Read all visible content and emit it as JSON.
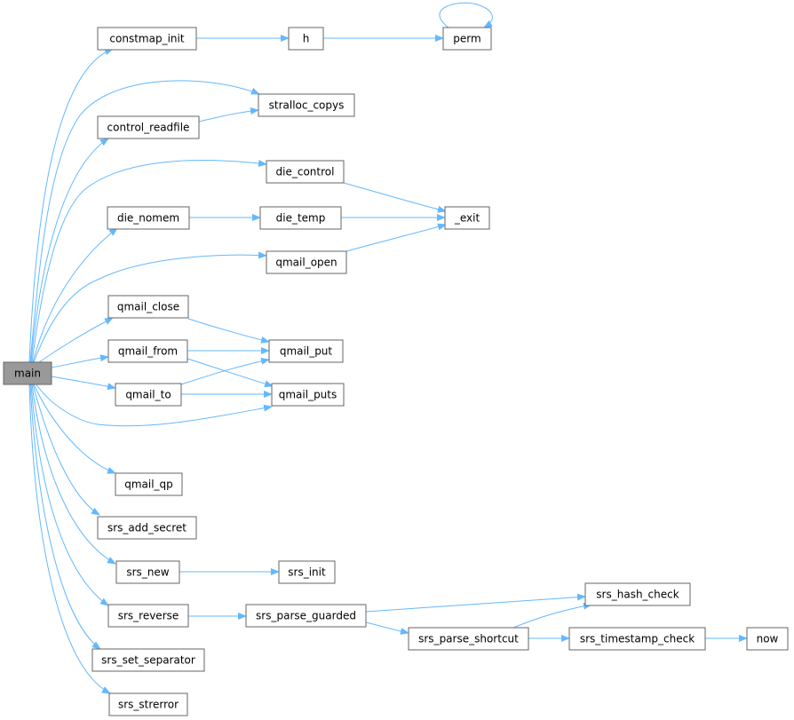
{
  "graph": {
    "root": "main",
    "colors": {
      "edge": "#63b8ff",
      "node_border": "#666666",
      "root_fill": "#999999",
      "node_fill": "#ffffff"
    },
    "nodes": {
      "main": "main",
      "constmap_init": "constmap_init",
      "h": "h",
      "perm": "perm",
      "stralloc_copys": "stralloc_copys",
      "control_readfile": "control_readfile",
      "die_control": "die_control",
      "exit": "_exit",
      "die_nomem": "die_nomem",
      "die_temp": "die_temp",
      "qmail_open": "qmail_open",
      "qmail_close": "qmail_close",
      "qmail_from": "qmail_from",
      "qmail_put": "qmail_put",
      "qmail_to": "qmail_to",
      "qmail_puts": "qmail_puts",
      "qmail_qp": "qmail_qp",
      "srs_add_secret": "srs_add_secret",
      "srs_new": "srs_new",
      "srs_init": "srs_init",
      "srs_reverse": "srs_reverse",
      "srs_parse_guarded": "srs_parse_guarded",
      "srs_hash_check": "srs_hash_check",
      "srs_parse_shortcut": "srs_parse_shortcut",
      "srs_timestamp_check": "srs_timestamp_check",
      "now": "now",
      "srs_set_separator": "srs_set_separator",
      "srs_strerror": "srs_strerror"
    },
    "edges": [
      [
        "main",
        "constmap_init"
      ],
      [
        "main",
        "stralloc_copys"
      ],
      [
        "main",
        "control_readfile"
      ],
      [
        "main",
        "die_control"
      ],
      [
        "main",
        "die_nomem"
      ],
      [
        "main",
        "qmail_open"
      ],
      [
        "main",
        "qmail_close"
      ],
      [
        "main",
        "qmail_from"
      ],
      [
        "main",
        "qmail_to"
      ],
      [
        "main",
        "qmail_puts"
      ],
      [
        "main",
        "qmail_qp"
      ],
      [
        "main",
        "srs_add_secret"
      ],
      [
        "main",
        "srs_new"
      ],
      [
        "main",
        "srs_reverse"
      ],
      [
        "main",
        "srs_set_separator"
      ],
      [
        "main",
        "srs_strerror"
      ],
      [
        "constmap_init",
        "h"
      ],
      [
        "h",
        "perm"
      ],
      [
        "perm",
        "perm"
      ],
      [
        "control_readfile",
        "stralloc_copys"
      ],
      [
        "die_control",
        "exit"
      ],
      [
        "die_nomem",
        "die_temp"
      ],
      [
        "die_temp",
        "exit"
      ],
      [
        "qmail_open",
        "exit"
      ],
      [
        "qmail_close",
        "qmail_put"
      ],
      [
        "qmail_from",
        "qmail_put"
      ],
      [
        "qmail_from",
        "qmail_puts"
      ],
      [
        "qmail_to",
        "qmail_put"
      ],
      [
        "qmail_to",
        "qmail_puts"
      ],
      [
        "srs_new",
        "srs_init"
      ],
      [
        "srs_reverse",
        "srs_parse_guarded"
      ],
      [
        "srs_parse_guarded",
        "srs_hash_check"
      ],
      [
        "srs_parse_guarded",
        "srs_parse_shortcut"
      ],
      [
        "srs_parse_shortcut",
        "srs_hash_check"
      ],
      [
        "srs_parse_shortcut",
        "srs_timestamp_check"
      ],
      [
        "srs_timestamp_check",
        "now"
      ]
    ]
  }
}
